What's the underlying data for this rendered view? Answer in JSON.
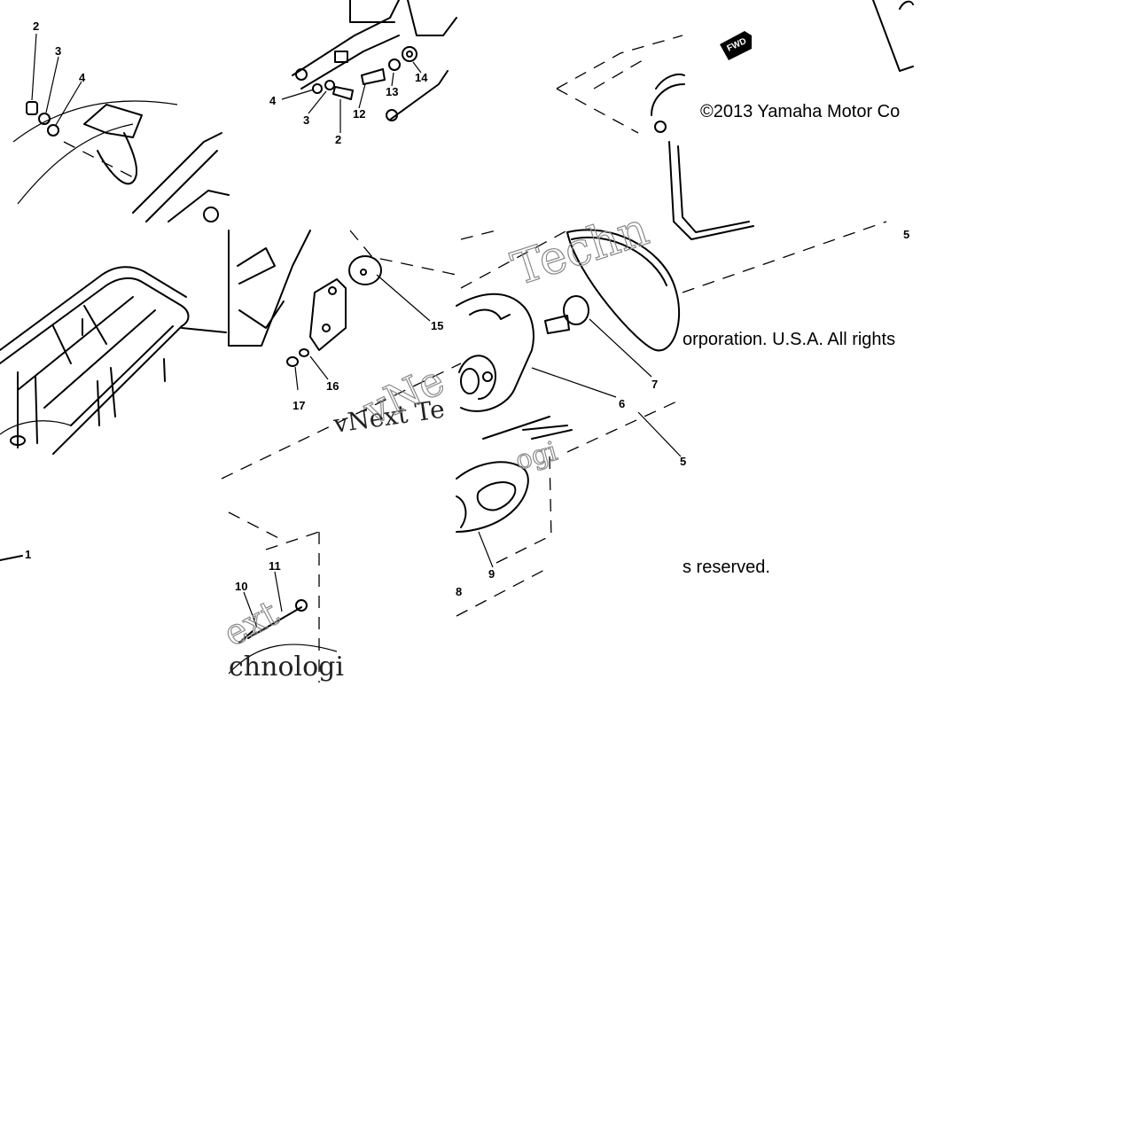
{
  "copyright": {
    "part1": "©2013 Yamaha Motor Co",
    "part2": "orporation. U.S.A. All rights",
    "part3": "s reserved."
  },
  "watermark": {
    "frag_a": "Techn",
    "frag_b": "vNext Te",
    "frag_c": "ext",
    "frag_d": "chnologi",
    "frag_e": "vNe",
    "frag_f": "ogi"
  },
  "fwd_badge": "FWD",
  "callouts": {
    "c1": "1",
    "c2a": "2",
    "c3a": "3",
    "c4a": "4",
    "c4b": "4",
    "c3b": "3",
    "c2b": "2",
    "c12": "12",
    "c13": "13",
    "c14": "14",
    "c15": "15",
    "c16": "16",
    "c17": "17",
    "c7": "7",
    "c6": "6",
    "c5": "5",
    "c5b": "5",
    "c9": "9",
    "c8": "8",
    "c10": "10",
    "c11": "11"
  }
}
